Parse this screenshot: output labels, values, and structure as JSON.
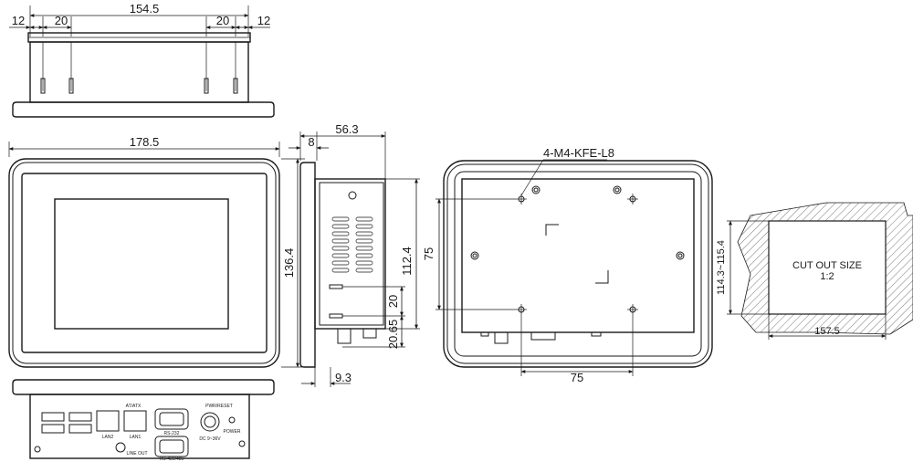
{
  "top_view": {
    "overall_width": "154.5",
    "left_margin": "12",
    "left_spacing": "20",
    "right_spacing": "20",
    "right_margin": "12"
  },
  "front_view": {
    "width": "178.5",
    "height": "136.4"
  },
  "side_view": {
    "depth": "56.3",
    "bezel": "8",
    "height": "112.4",
    "offset_upper": "20",
    "offset_lower": "20.65",
    "bottom_offset": "9.3"
  },
  "rear_view": {
    "hole_callout": "4-M4-KFE-L8",
    "vertical_spacing": "75",
    "horizontal_spacing": "75"
  },
  "cutout": {
    "title": "CUT OUT SIZE",
    "scale": "1:2",
    "height_range": "114.3~115.4",
    "width": "157.5"
  },
  "bottom_view": {
    "labels": {
      "lan2": "LAN2",
      "lan1": "LAN1",
      "rs232": "RS-232",
      "rs422": "RS-422/485",
      "power": "POWER",
      "dc": "DC 9~36V",
      "line_out": "LINE OUT",
      "reset": "AT/ATX",
      "pwr_btn": "PWR/RESET"
    }
  }
}
